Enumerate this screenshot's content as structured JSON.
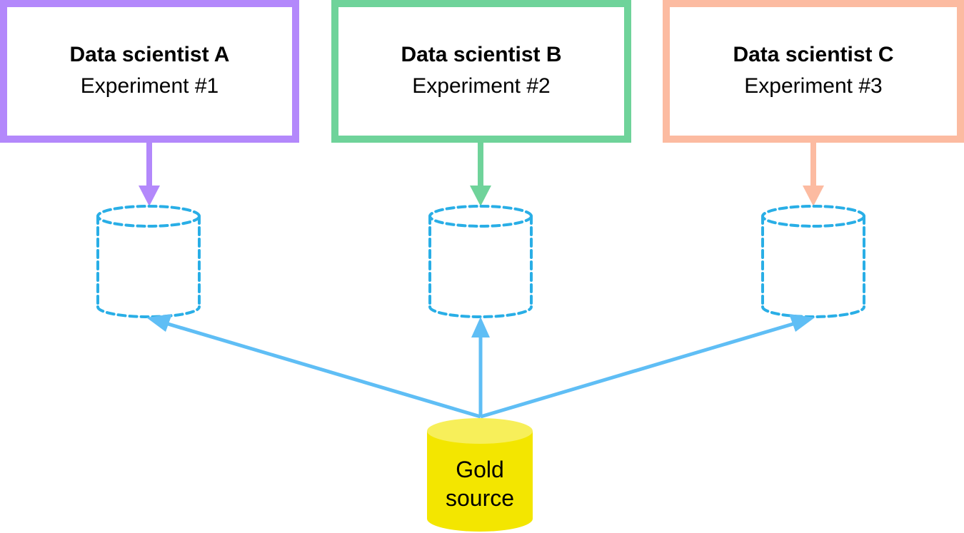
{
  "colors": {
    "scientist_a": "#b388fb",
    "scientist_b": "#6fd39a",
    "scientist_c": "#fcbba1",
    "flow": "#5fbef5",
    "copy_store": "#29aee6",
    "gold": "#f3e600"
  },
  "scientists": [
    {
      "name": "Data scientist A",
      "experiment": "Experiment #1"
    },
    {
      "name": "Data scientist B",
      "experiment": "Experiment #2"
    },
    {
      "name": "Data scientist C",
      "experiment": "Experiment #3"
    }
  ],
  "gold_source": {
    "line1": "Gold",
    "line2": "source"
  }
}
